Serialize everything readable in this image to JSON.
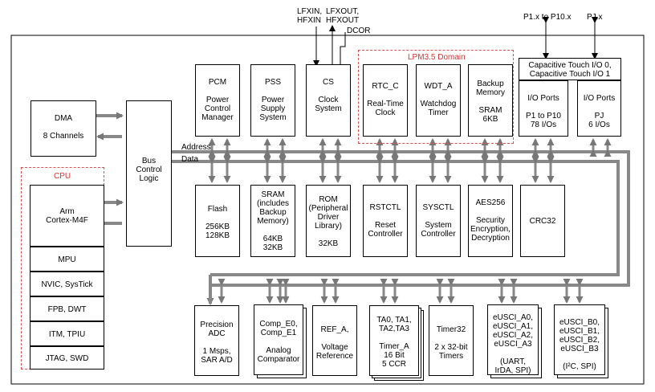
{
  "external": {
    "lfxin": [
      "LFXIN,",
      "HFXIN"
    ],
    "lfxout": [
      "LFXOUT,",
      "HFXOUT"
    ],
    "dcor": "DCOR",
    "p1_p10": "P1.x to P10.x",
    "pj": "PJ.x"
  },
  "bus": {
    "address": "Address",
    "data": "Data"
  },
  "domains": {
    "lpm35": "LPM3.5 Domain",
    "cpu": "CPU"
  },
  "blocks": {
    "dma": [
      "DMA",
      "",
      "8 Channels"
    ],
    "bus_logic": [
      "Bus",
      "Control",
      "Logic"
    ],
    "pcm": [
      "PCM",
      "",
      "Power",
      "Control",
      "Manager"
    ],
    "pss": [
      "PSS",
      "",
      "Power",
      "Supply",
      "System"
    ],
    "cs": [
      "CS",
      "",
      "Clock",
      "System"
    ],
    "rtc": [
      "RTC_C",
      "",
      "Real-Time",
      "Clock"
    ],
    "wdt": [
      "WDT_A",
      "",
      "Watchdog",
      "Timer"
    ],
    "backup_sram": [
      "Backup",
      "Memory",
      "",
      "SRAM",
      "6KB"
    ],
    "cap_touch": [
      "Capacitive Touch I/O 0,",
      "Capacitive Touch I/O 1"
    ],
    "io_p1": [
      "I/O Ports",
      "",
      "P1 to P10",
      "78 I/Os"
    ],
    "io_pj": [
      "I/O Ports",
      "",
      "PJ",
      "6 I/Os"
    ],
    "arm": [
      "Arm",
      "Cortex-M4F"
    ],
    "mpu": [
      "MPU"
    ],
    "nvic": [
      "NVIC, SysTick"
    ],
    "fpb": [
      "FPB, DWT"
    ],
    "itm": [
      "ITM, TPIU"
    ],
    "jtag": [
      "JTAG, SWD"
    ],
    "flash": [
      "Flash",
      "",
      "256KB",
      "128KB"
    ],
    "sram": [
      "SRAM",
      "(includes",
      "Backup",
      "Memory)",
      "",
      "64KB",
      "32KB"
    ],
    "rom": [
      "ROM",
      "(Peripheral",
      "Driver",
      "Library)",
      "",
      "32KB"
    ],
    "rstctl": [
      "RSTCTL",
      "",
      "Reset",
      "Controller"
    ],
    "sysctl": [
      "SYSCTL",
      "",
      "System",
      "Controller"
    ],
    "aes": [
      "AES256",
      "",
      "Security",
      "Encryption,",
      "Decryption"
    ],
    "crc": [
      "CRC32"
    ],
    "adc": [
      "Precision",
      "ADC",
      "",
      "1 Msps,",
      "SAR A/D"
    ],
    "comp": [
      "Comp_E0,",
      "Comp_E1",
      "",
      "Analog",
      "Comparator"
    ],
    "ref": [
      "REF_A,",
      "",
      "Voltage",
      "Reference"
    ],
    "timer_a": [
      "TA0, TA1,",
      "TA2,TA3",
      "",
      "Timer_A",
      "16 Bit",
      "5 CCR"
    ],
    "timer32": [
      "Timer32",
      "",
      "2 x 32-bit",
      "Timers"
    ],
    "eusci_a": [
      "eUSCI_A0,",
      "eUSCI_A1,",
      "eUSCI_A2,",
      "eUSCI_A3",
      "",
      "(UART,",
      "IrDA, SPI)"
    ],
    "eusci_b": [
      "eUSCI_B0,",
      "eUSCI_B1,",
      "eUSCI_B2,",
      "eUSCI_B3",
      "",
      "(I²C, SPI)"
    ]
  }
}
